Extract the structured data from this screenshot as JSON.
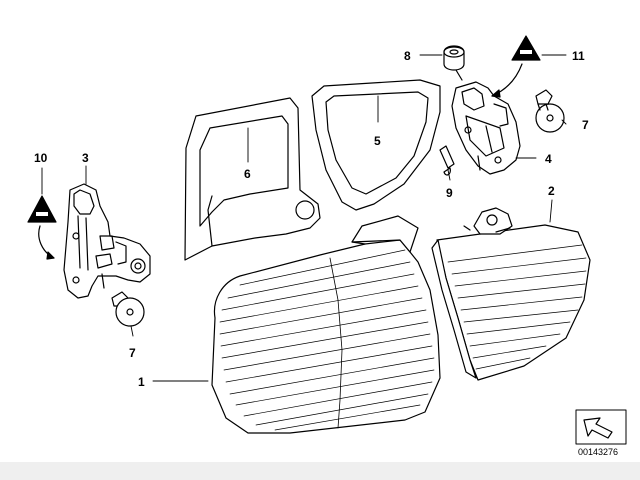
{
  "diagram": {
    "callouts": {
      "n1": "1",
      "n2": "2",
      "n3": "3",
      "n4": "4",
      "n5": "5",
      "n6": "6",
      "n7a": "7",
      "n7b": "7",
      "n8": "8",
      "n9": "9",
      "n10": "10",
      "n11": "11"
    },
    "part_code": "00143276"
  }
}
